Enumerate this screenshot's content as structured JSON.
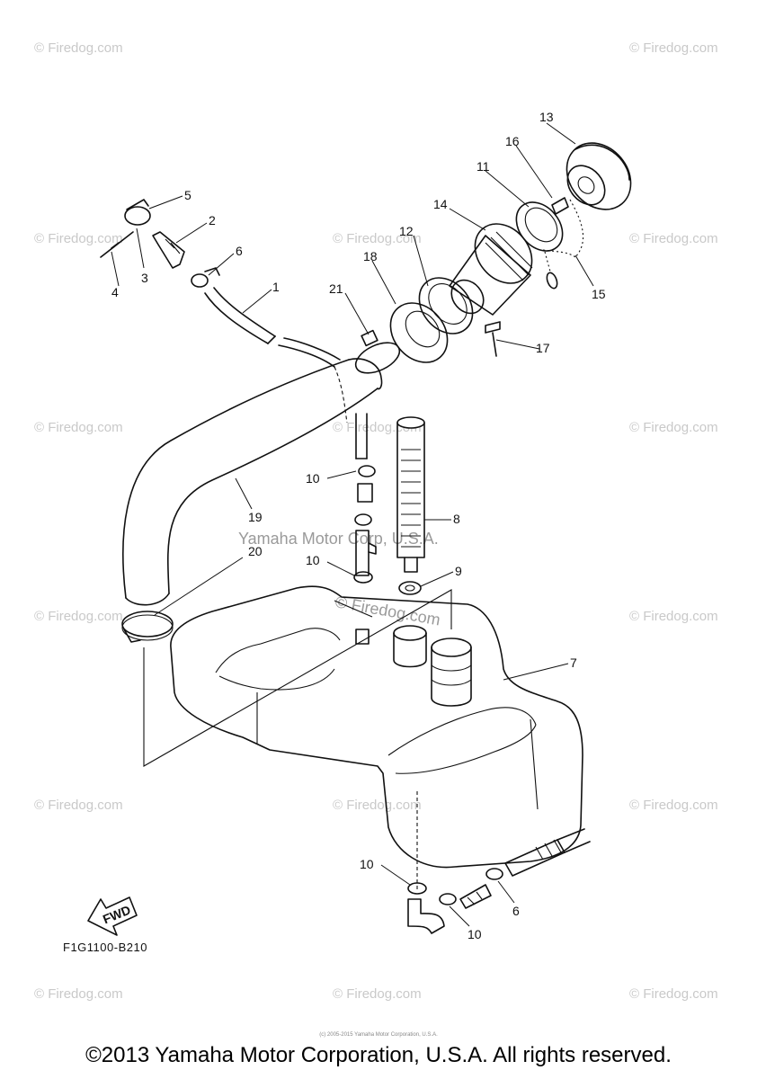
{
  "watermarks": {
    "site": "© Firedog.com",
    "center_text": "Yamaha Motor Corp, U.S.A.",
    "center_site": "© Firedog.com"
  },
  "callouts": [
    {
      "id": "1",
      "label": "1"
    },
    {
      "id": "2",
      "label": "2"
    },
    {
      "id": "3",
      "label": "3"
    },
    {
      "id": "4",
      "label": "4"
    },
    {
      "id": "5",
      "label": "5"
    },
    {
      "id": "6a",
      "label": "6"
    },
    {
      "id": "6b",
      "label": "6"
    },
    {
      "id": "7",
      "label": "7"
    },
    {
      "id": "8",
      "label": "8"
    },
    {
      "id": "9",
      "label": "9"
    },
    {
      "id": "10a",
      "label": "10"
    },
    {
      "id": "10b",
      "label": "10"
    },
    {
      "id": "10c",
      "label": "10"
    },
    {
      "id": "10d",
      "label": "10"
    },
    {
      "id": "11",
      "label": "11"
    },
    {
      "id": "12",
      "label": "12"
    },
    {
      "id": "13",
      "label": "13"
    },
    {
      "id": "14",
      "label": "14"
    },
    {
      "id": "15",
      "label": "15"
    },
    {
      "id": "16",
      "label": "16"
    },
    {
      "id": "17",
      "label": "17"
    },
    {
      "id": "18",
      "label": "18"
    },
    {
      "id": "19",
      "label": "19"
    },
    {
      "id": "20",
      "label": "20"
    },
    {
      "id": "21",
      "label": "21"
    }
  ],
  "fwd_label": "FWD",
  "diagram_code": "F1G1100-B210",
  "tiny_note": "(c) 2005-2015 Yamaha Motor Corporation, U.S.A.",
  "copyright": "©2013 Yamaha Motor Corporation, U.S.A. All rights reserved."
}
